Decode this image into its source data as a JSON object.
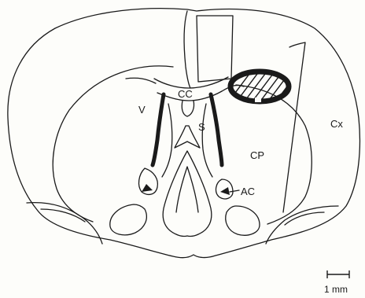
{
  "labels": {
    "corpus_callosum": "CC",
    "ventricle": "V",
    "septum": "S",
    "caudate_putamen": "CP",
    "cortex": "Cx",
    "anterior_commissure": "AC"
  },
  "scale_bar": {
    "label": "1 mm"
  },
  "colors": {
    "ink": "#1a1a1a",
    "background": "#fdfdfa"
  }
}
